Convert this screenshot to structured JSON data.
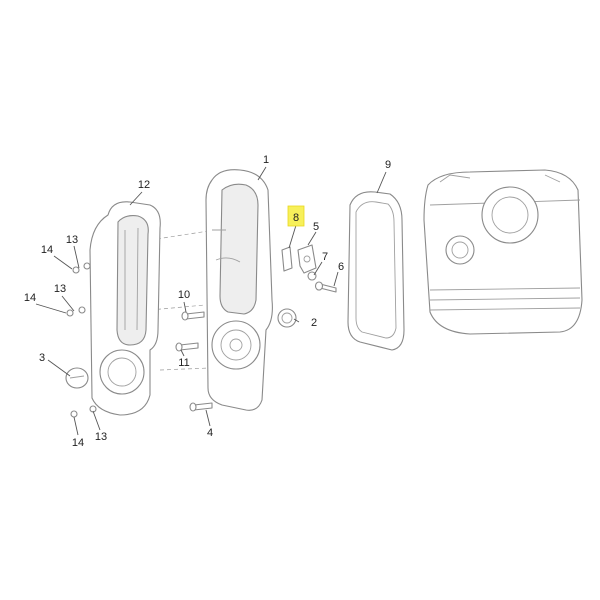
{
  "diagram": {
    "highlighted_part": "8",
    "highlight_color": "#f7f05a",
    "line_color": "#8a8a8a",
    "callouts": [
      {
        "id": "c1",
        "label": "1"
      },
      {
        "id": "c2",
        "label": "2"
      },
      {
        "id": "c3",
        "label": "3"
      },
      {
        "id": "c4",
        "label": "4"
      },
      {
        "id": "c5",
        "label": "5"
      },
      {
        "id": "c6",
        "label": "6"
      },
      {
        "id": "c7",
        "label": "7"
      },
      {
        "id": "c8",
        "label": "8"
      },
      {
        "id": "c9",
        "label": "9"
      },
      {
        "id": "c10",
        "label": "10"
      },
      {
        "id": "c11",
        "label": "11"
      },
      {
        "id": "c12",
        "label": "12"
      },
      {
        "id": "c13a",
        "label": "13"
      },
      {
        "id": "c13b",
        "label": "13"
      },
      {
        "id": "c13c",
        "label": "13"
      },
      {
        "id": "c14a",
        "label": "14"
      },
      {
        "id": "c14b",
        "label": "14"
      },
      {
        "id": "c14c",
        "label": "14"
      }
    ]
  }
}
